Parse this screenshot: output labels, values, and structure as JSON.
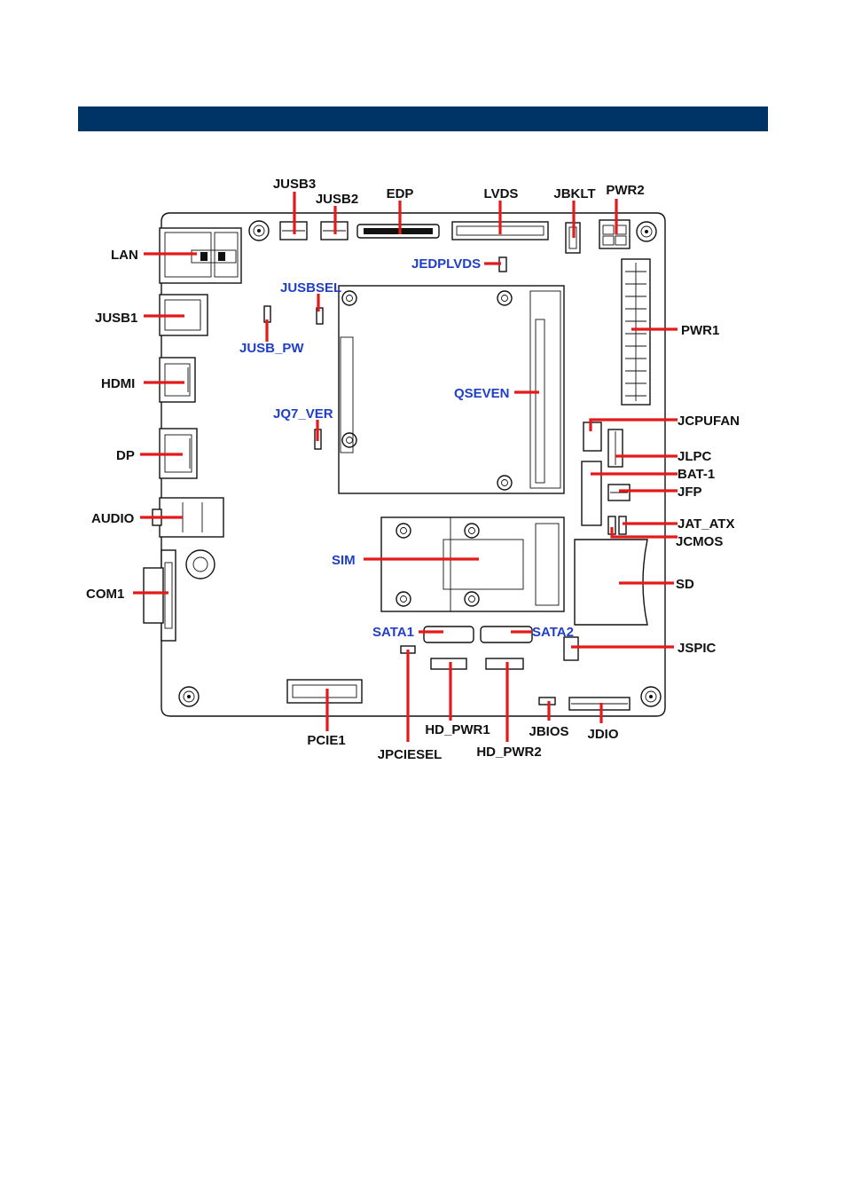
{
  "header": {
    "bar_color": "#003366"
  },
  "colors": {
    "leader_line": "#e41a1a",
    "label_black": "#111111",
    "label_blue": "#1f3fc9"
  },
  "labels": {
    "jusb3": "JUSB3",
    "jusb2": "JUSB2",
    "edp": "EDP",
    "lvds": "LVDS",
    "jbklt": "JBKLT",
    "pwr2": "PWR2",
    "lan": "LAN",
    "jedplvds": "JEDPLVDS",
    "jusbsel": "JUSBSEL",
    "jusb1": "JUSB1",
    "pwr1": "PWR1",
    "jusb_pw": "JUSB_PW",
    "hdmi": "HDMI",
    "qseven": "QSEVEN",
    "jq7_ver": "JQ7_VER",
    "jcpufan": "JCPUFAN",
    "dp": "DP",
    "jlpc": "JLPC",
    "bat1": "BAT-1",
    "jfp": "JFP",
    "audio": "AUDIO",
    "jat_atx": "JAT_ATX",
    "jcmos": "JCMOS",
    "sim": "SIM",
    "sd": "SD",
    "com1": "COM1",
    "sata1": "SATA1",
    "sata2": "SATA2",
    "jspic": "JSPIC",
    "pcie1": "PCIE1",
    "hd_pwr1": "HD_PWR1",
    "jbios": "JBIOS",
    "jdio": "JDIO",
    "jpciesel": "JPCIESEL",
    "hd_pwr2": "HD_PWR2"
  }
}
